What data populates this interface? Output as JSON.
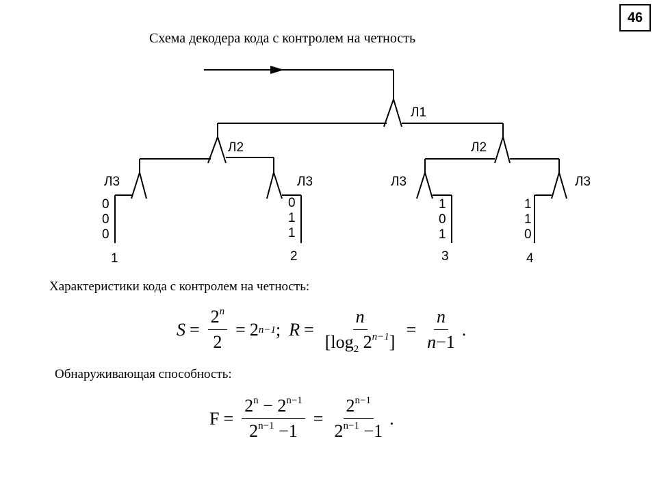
{
  "page_number": "46",
  "title": "Схема декодера кода с контролем на четность",
  "tree": {
    "l1_label": "Л1",
    "l2_left_label": "Л2",
    "l2_right_label": "Л2",
    "l3_labels": [
      "Л3",
      "Л3",
      "Л3",
      "Л3"
    ],
    "outputs": [
      {
        "bits": [
          "0",
          "0",
          "0"
        ],
        "number": "1"
      },
      {
        "bits": [
          "0",
          "1",
          "1"
        ],
        "number": "2"
      },
      {
        "bits": [
          "1",
          "0",
          "1"
        ],
        "number": "3"
      },
      {
        "bits": [
          "1",
          "1",
          "0"
        ],
        "number": "4"
      }
    ]
  },
  "characteristics_heading": "Характеристики кода с контролем на четность:",
  "formula1": {
    "s": "S",
    "eq": "=",
    "two": "2",
    "n": "n",
    "n_minus_1": "n−1",
    "semicolon": ";",
    "r": "R",
    "log_open": "[log",
    "log_base": "2",
    "log_close": "]",
    "den2_n": "n",
    "den2_minus": "−1",
    "period": "."
  },
  "detection_heading": "Обнаруживающая способность:",
  "formula2": {
    "f": "F",
    "eq": "=",
    "two": "2",
    "n": "n",
    "n_minus_1": "n−1",
    "minus": "−",
    "minus_one": "−1",
    "period": "."
  }
}
